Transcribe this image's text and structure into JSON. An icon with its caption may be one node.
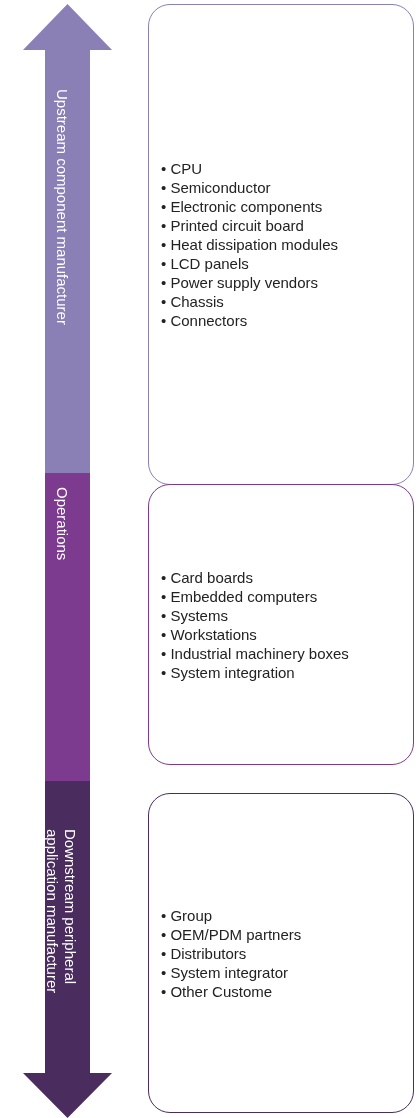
{
  "diagram": {
    "nodes": [
      {
        "text": [
          "Upstream component manufacturer"
        ]
      },
      {
        "text": [
          "Operations"
        ]
      },
      {
        "text": [
          "Downstream peripheral application manufacturer"
        ]
      },
      {
        "text": [
          "• CPU",
          "• Semiconductor",
          "• Electronic components",
          "• Printed circuit board",
          "• Heat dissipation modules",
          "• LCD panels",
          "• Power supply vendors",
          "• Chassis",
          "• Connectors"
        ]
      },
      {
        "text": [
          "• Card boards",
          "• Embedded computers",
          "• Systems",
          "• Workstations",
          "• Industrial machinery boxes",
          "• System integration"
        ]
      },
      {
        "text": [
          "• Group",
          "• OEM/PDM partners",
          "• Distributors",
          "• System integrator",
          "• Other Custome"
        ]
      }
    ]
  }
}
